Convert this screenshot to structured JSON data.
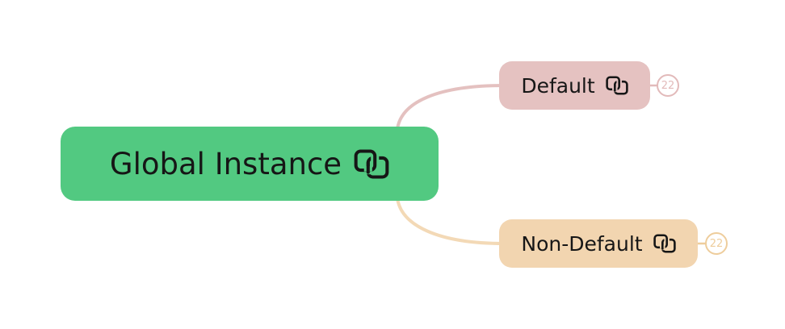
{
  "diagram": {
    "type": "mindmap",
    "background_color": "#ffffff",
    "text_color": "#161616",
    "root": {
      "label": "Global Instance",
      "fill_color": "#52C981",
      "icon": "clone-icon"
    },
    "branches": [
      {
        "label": "Default",
        "fill_color": "#E5C2C1",
        "connector_color": "#E4C1C0",
        "icon": "clone-icon",
        "badge": {
          "count": "22",
          "color": "#E2BABA"
        }
      },
      {
        "label": "Non-Default",
        "fill_color": "#F2D5B0",
        "connector_color": "#F3D9B6",
        "icon": "clone-icon",
        "badge": {
          "count": "22",
          "color": "#EECD9C"
        }
      }
    ]
  }
}
